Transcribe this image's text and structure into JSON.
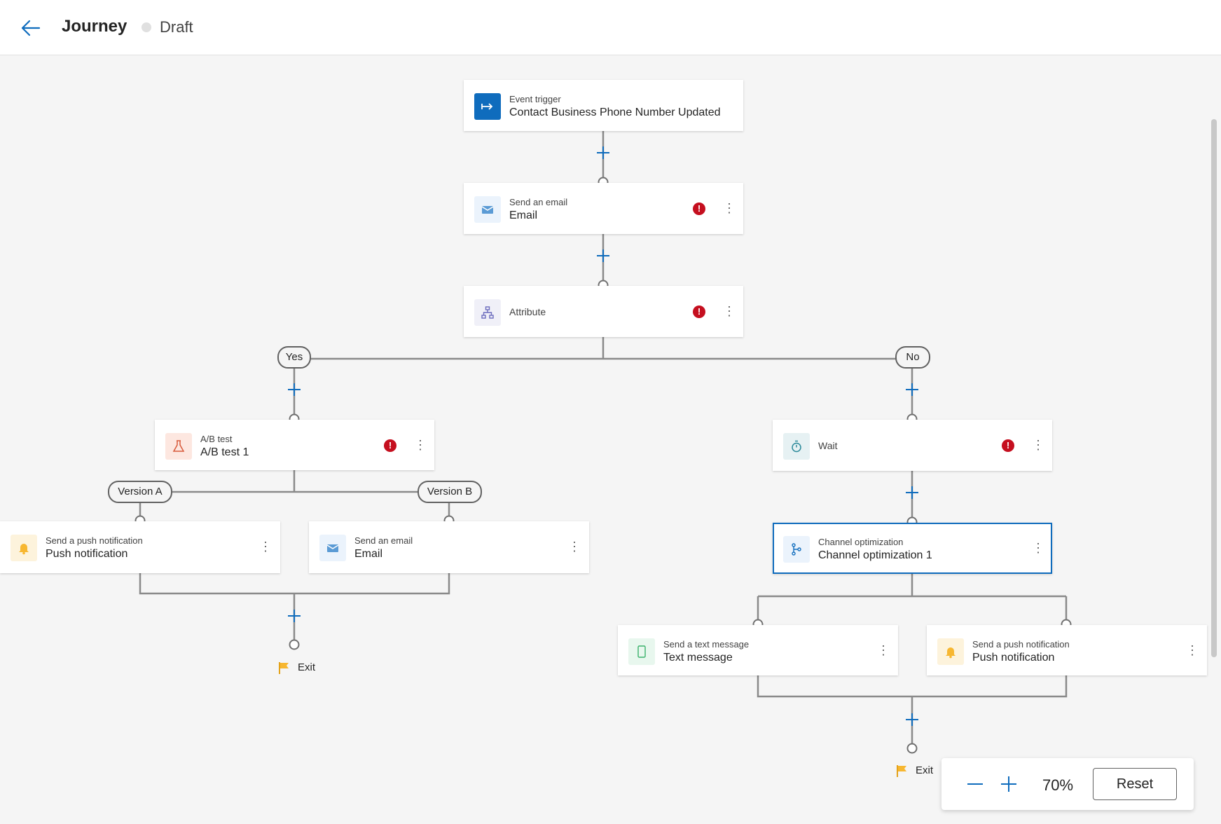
{
  "header": {
    "title": "Journey",
    "status": "Draft"
  },
  "nodes": {
    "trigger": {
      "type": "Event trigger",
      "name": "Contact Business Phone Number Updated"
    },
    "email_1": {
      "type": "Send an email",
      "name": "Email"
    },
    "attribute": {
      "type": "Attribute"
    },
    "ab_test": {
      "type": "A/B test",
      "name": "A/B test 1"
    },
    "push_a": {
      "type": "Send a push notification",
      "name": "Push notification"
    },
    "email_b": {
      "type": "Send an email",
      "name": "Email"
    },
    "wait": {
      "type": "Wait"
    },
    "channel_opt": {
      "type": "Channel optimization",
      "name": "Channel optimization 1"
    },
    "text_msg": {
      "type": "Send a text message",
      "name": "Text message"
    },
    "push_c": {
      "type": "Send a push notification",
      "name": "Push notification"
    }
  },
  "branches": {
    "yes": "Yes",
    "no": "No",
    "version_a": "Version A",
    "version_b": "Version B"
  },
  "exit_label": "Exit",
  "zoom": {
    "level": "70%",
    "reset_label": "Reset"
  },
  "colors": {
    "accent": "#0f6cbd",
    "error": "#c50f1f",
    "connector": "#8a8a8a"
  },
  "icons": {
    "back": "arrow-left-icon",
    "trigger": "event-trigger-icon",
    "email": "mail-icon",
    "attribute": "hierarchy-icon",
    "ab_test": "flask-icon",
    "push": "bell-icon",
    "wait": "timer-icon",
    "channel": "branch-icon",
    "text": "phone-icon",
    "exit": "flag-icon",
    "error": "error-icon",
    "more": "more-vertical-icon",
    "add": "plus-icon"
  }
}
